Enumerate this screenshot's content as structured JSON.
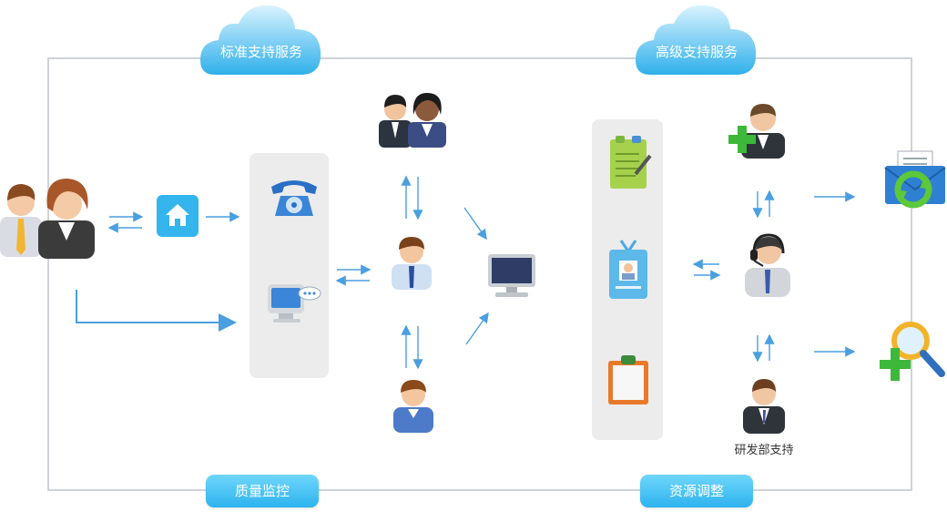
{
  "labels": {
    "standard_support": "标准支持服务",
    "advanced_support": "高级支持服务",
    "quality_monitoring": "质量监控",
    "resource_adjustment": "资源调整",
    "rnd_support": "研发部支持"
  },
  "colors": {
    "accent": "#2fb4ee",
    "arrow": "#4a9fe0",
    "frame": "#cfd3d8",
    "panel": "#ececec"
  },
  "icons": [
    "customers-icon",
    "home-icon",
    "telephone-icon",
    "computer-chat-icon",
    "staff-pair-icon",
    "agent-icon",
    "person-icon",
    "monitor-icon",
    "notepad-icon",
    "id-badge-icon",
    "clipboard-icon",
    "add-expert-icon",
    "headset-agent-icon",
    "developer-icon",
    "mail-sync-icon",
    "search-add-icon"
  ]
}
